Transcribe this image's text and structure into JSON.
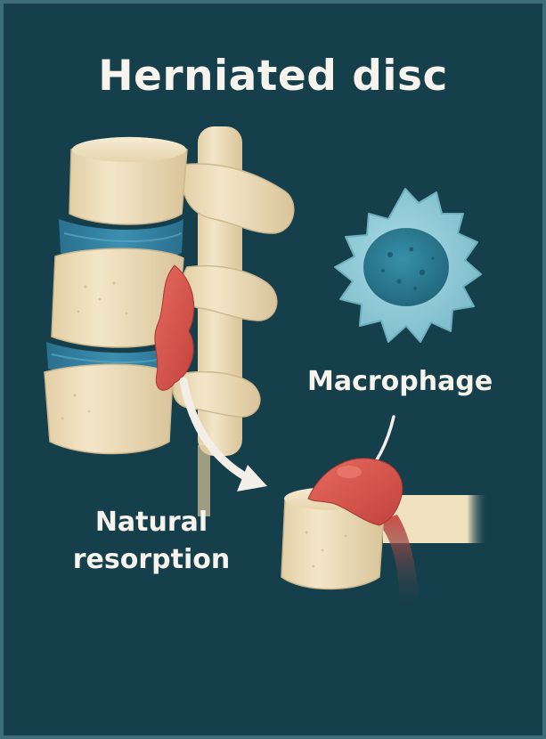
{
  "title": "Herniated disc",
  "labels": {
    "macrophage": "Macrophage",
    "resorption_line1": "Natural",
    "resorption_line2": "resorption"
  },
  "colors": {
    "background": "#143f4b",
    "bone": "#efe0be",
    "bone_shadow": "#cdb88f",
    "disc": "#2f7fa0",
    "herniation": "#d8554c",
    "macrophage_body": "#8fcad6",
    "macrophage_nucleus": "#2b7e95",
    "text": "#f7f4ee"
  }
}
